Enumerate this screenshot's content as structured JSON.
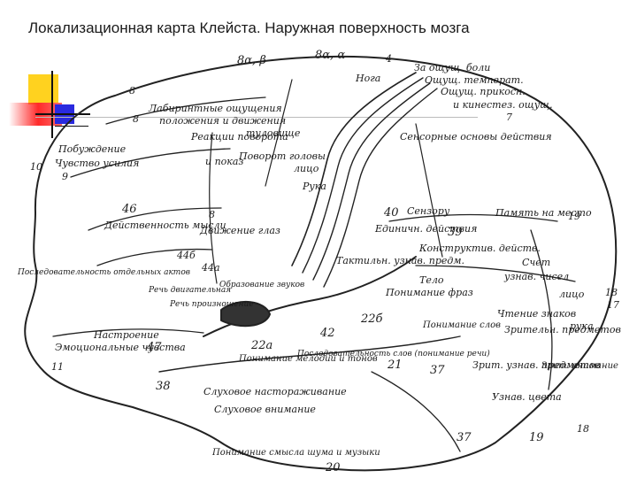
{
  "title": "Локализационная карта Клейста. Наружная поверхность мозга",
  "accent_colors": {
    "yellow": "#ffd21f",
    "red": "#ff2a2a",
    "blue": "#2a2adf"
  },
  "map_labels": {
    "l8ab": "8α, β",
    "l8aa": "8α, α",
    "l4top": "4",
    "noga": "Нога",
    "zaoschusch": "За ощущ. боли",
    "temperat": "Ощущ. температ.",
    "prikosn": "Ощущ. прикосн.",
    "kinestez": "и кинестез. ощущ.",
    "l7": "7",
    "l8a": "8",
    "labirint": "Лабиринтные ощущения",
    "polozh": "положения и движения",
    "l8b": "8",
    "pobuzhd": "Побуждение",
    "chuvstvo": "Чувство усилия",
    "l10": "10",
    "l9": "9",
    "reakcii": "Реакции поворота",
    "tulovishe": "туловище",
    "povorot": "Поворот головы",
    "pokaz": "и показ",
    "lico": "лицо",
    "ruka": "Рука",
    "sensor_dv": "Сенсорные основы действия",
    "l46": "46",
    "deistv_mysli": "Действенность мысли",
    "posledov": "Последовательность отдельных актов",
    "l8c": "8",
    "dvizh_glaz": "Движение глаз",
    "sensory": "Сензору",
    "l40": "40",
    "edinichn": "Единичн. действия",
    "pamyat": "Память на место",
    "l19a": "19",
    "l39": "39",
    "konstrukt": "Конструктив. действ.",
    "l44b": "44б",
    "l44a": "44а",
    "rech_dv": "Речь двигательная",
    "obrazov": "Образование звуков",
    "rech_pr": "Речь произношение",
    "takt": "Тактильн. узнав. предм.",
    "telo": "Тело",
    "schet": "Счет",
    "uznav": "узнав. чисел",
    "chtenie": "Чтение знаков",
    "l18": "18",
    "l17": "17",
    "nastroen": "Настроение",
    "emoc": "Эмоциональные чувства",
    "l47": "47",
    "l11": "11",
    "l22a": "22а",
    "l22b": "22б",
    "l42": "42",
    "ponim_frazy": "Понимание фраз",
    "ponim_slov": "Понимание слов",
    "zritel_pred": "Зрительн. предметов",
    "ponim_melod": "Понимание мелодий и тонов",
    "posl_slov": "Последовательность слов (понимание речи)",
    "l21": "21",
    "l37a": "37",
    "zrit": "Зрит. узнав. предметов",
    "uznav_cveta": "Узнав. цвета",
    "zrit_vnim": "Зрит. внимание",
    "l38": "38",
    "sluh_nast": "Слуховое настораживание",
    "sluh_vnim": "Слуховое внимание",
    "l37b": "37",
    "l19b": "19",
    "ponim_muz": "Понимание смысла шума и музыки",
    "l20": "20",
    "l18b": "18",
    "lico2": "лицо",
    "ruka2": "рука"
  }
}
